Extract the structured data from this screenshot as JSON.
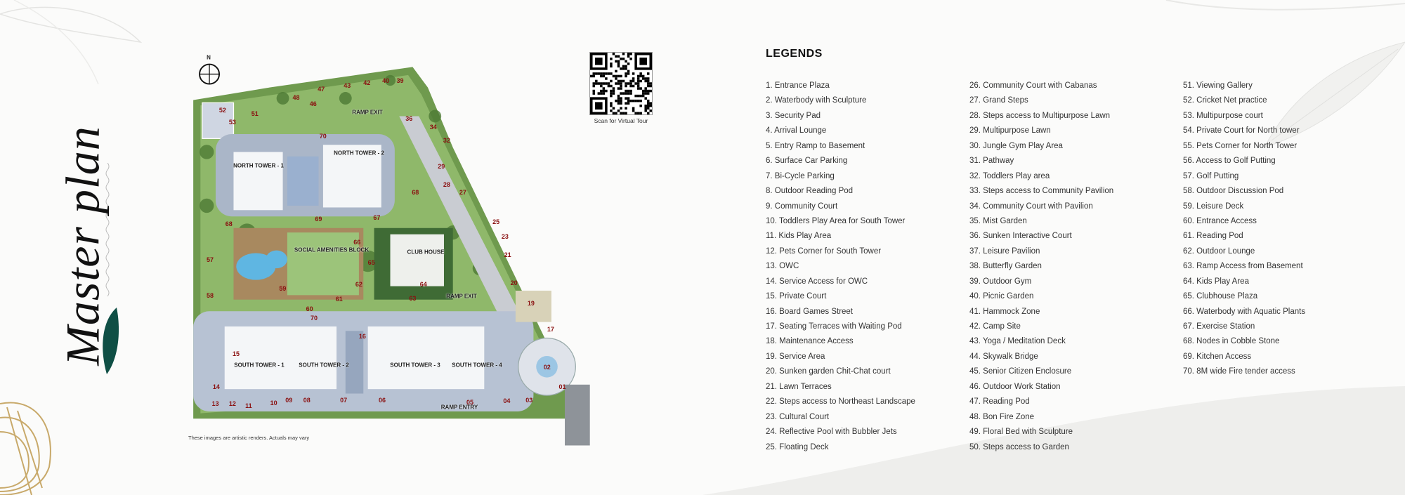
{
  "page_title": "Master plan",
  "colors": {
    "accent_teal": "#0f4f45",
    "gold": "#c8a96a",
    "legend_text": "#333333",
    "marker_text": "#8a1010"
  },
  "map": {
    "compass_label": "N",
    "labels": {
      "north_tower_1": "NORTH TOWER - 1",
      "north_tower_2": "NORTH TOWER - 2",
      "social_amenities": "SOCIAL AMENITIES BLOCK",
      "club_house": "CLUB HOUSE",
      "ramp_exit_top": "RAMP EXIT",
      "ramp_exit_mid": "RAMP EXIT",
      "ramp_entry": "RAMP ENTRY",
      "south_tower_1": "SOUTH TOWER - 1",
      "south_tower_2": "SOUTH TOWER - 2",
      "south_tower_3": "SOUTH TOWER - 3",
      "south_tower_4": "SOUTH TOWER - 4"
    },
    "markers": [
      "52",
      "53",
      "51",
      "48",
      "47",
      "46",
      "43",
      "42",
      "40",
      "39",
      "36",
      "34",
      "32",
      "29",
      "28",
      "27",
      "25",
      "23",
      "21",
      "20",
      "19",
      "17",
      "02",
      "01",
      "03",
      "04",
      "05",
      "06",
      "07",
      "08",
      "09",
      "10",
      "11",
      "12",
      "13",
      "14",
      "15",
      "16",
      "70",
      "70",
      "68",
      "68",
      "57",
      "58",
      "59",
      "60",
      "61",
      "62",
      "63",
      "64",
      "65",
      "66",
      "67",
      "69"
    ],
    "disclaimer": "These images are artistic renders. Actuals may vary"
  },
  "qr": {
    "caption": "Scan for Virtual Tour"
  },
  "legend": {
    "title": "LEGENDS",
    "columns": [
      [
        "1. Entrance Plaza",
        "2. Waterbody with Sculpture",
        "3. Security Pad",
        "4. Arrival Lounge",
        "5. Entry Ramp to Basement",
        "6. Surface Car Parking",
        "7.  Bi-Cycle Parking",
        "8. Outdoor Reading Pod",
        "9. Community Court",
        "10. Toddlers Play Area for South Tower",
        "11. Kids Play Area",
        "12. Pets Corner for South Tower",
        "13. OWC",
        "14. Service Access for OWC",
        "15. Private Court",
        "16. Board Games Street",
        "17. Seating Terraces with Waiting Pod",
        "18. Maintenance Access",
        "19. Service Area",
        "20. Sunken garden Chit-Chat court",
        "21. Lawn Terraces",
        "22. Steps access to Northeast Landscape",
        "23. Cultural Court",
        "24. Reflective Pool with Bubbler Jets",
        "25. Floating Deck"
      ],
      [
        "26. Community Court with Cabanas",
        "27.  Grand Steps",
        "28. Steps access to Multipurpose Lawn",
        "29. Multipurpose Lawn",
        "30. Jungle Gym Play Area",
        "31. Pathway",
        "32. Toddlers Play area",
        "33. Steps access to Community Pavilion",
        "34. Community Court with Pavilion",
        "35. Mist Garden",
        "36. Sunken Interactive Court",
        "37. Leisure Pavilion",
        "38. Butterfly Garden",
        "39. Outdoor Gym",
        "40. Picnic Garden",
        "41. Hammock Zone",
        "42. Camp Site",
        "43. Yoga / Meditation Deck",
        "44. Skywalk Bridge",
        "45. Senior Citizen Enclosure",
        "46. Outdoor Work Station",
        "47. Reading Pod",
        "48. Bon Fire Zone",
        "49. Floral Bed with Sculpture",
        "50. Steps access to Garden"
      ],
      [
        "51. Viewing Gallery",
        "52. Cricket Net practice",
        "53. Multipurpose court",
        "54. Private Court for North tower",
        "55. Pets Corner for North Tower",
        "56. Access to Golf Putting",
        "57. Golf Putting",
        "58. Outdoor Discussion Pod",
        "59. Leisure Deck",
        "60. Entrance Access",
        "61. Reading Pod",
        "62. Outdoor Lounge",
        "63. Ramp Access from Basement",
        "64. Kids Play Area",
        "65. Clubhouse Plaza",
        "66. Waterbody with Aquatic Plants",
        "67. Exercise Station",
        "68. Nodes in Cobble Stone",
        "69. Kitchen Access",
        "70. 8M wide Fire tender access"
      ]
    ]
  }
}
